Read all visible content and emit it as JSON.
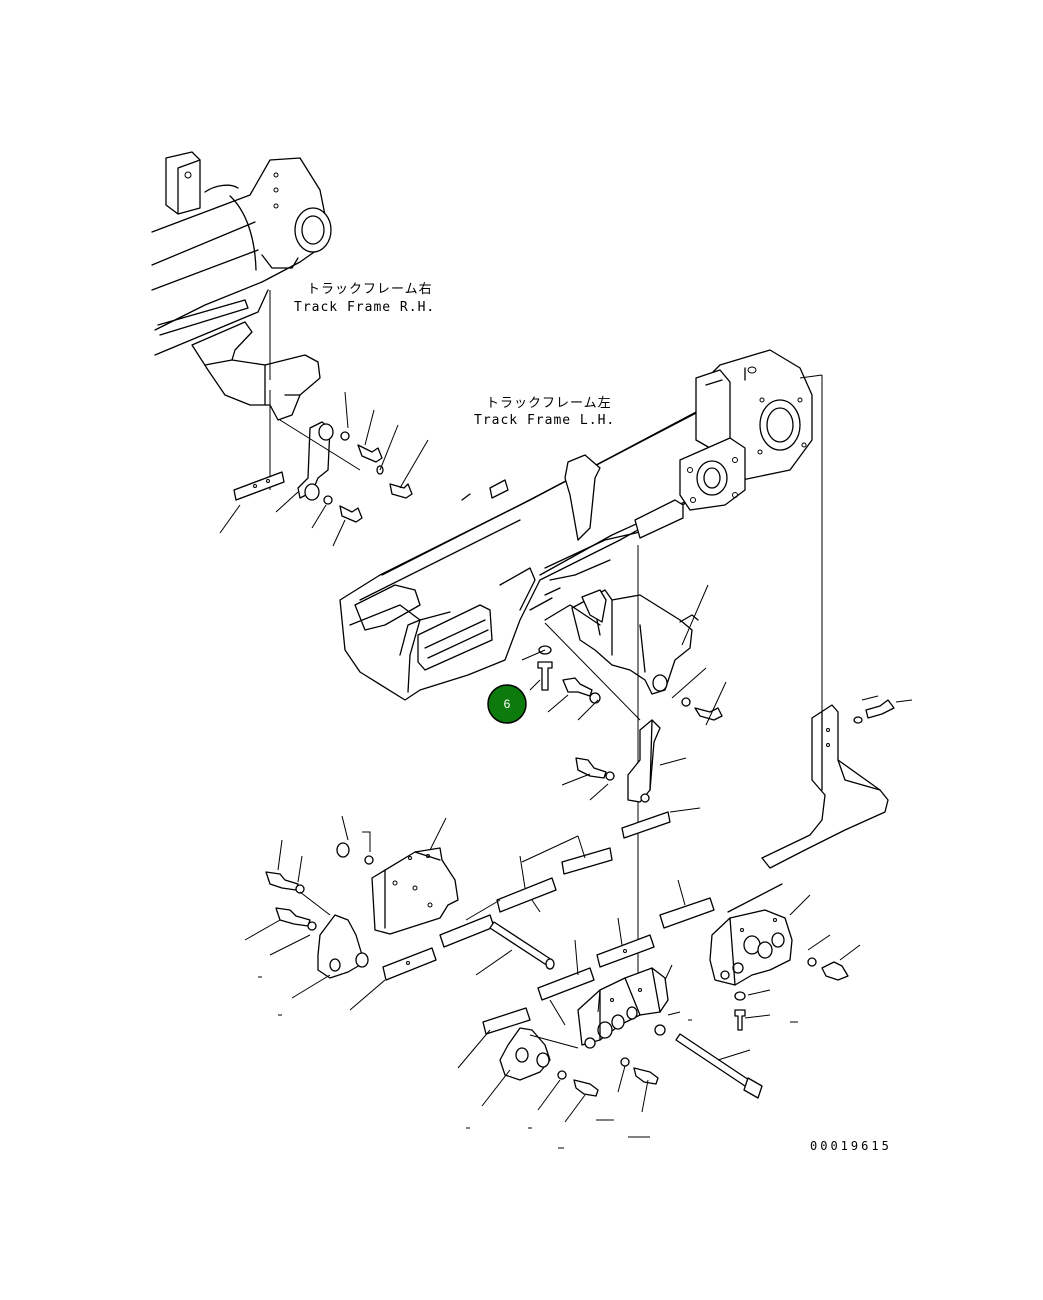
{
  "labels": {
    "rh_jp": "トラックフレーム右",
    "rh_en": "Track Frame R.H.",
    "lh_jp": "トラックフレーム左",
    "lh_en": "Track Frame L.H."
  },
  "drawing_number": "00019615",
  "callouts": [
    {
      "label": "6",
      "color": "#0d7a0d"
    }
  ]
}
